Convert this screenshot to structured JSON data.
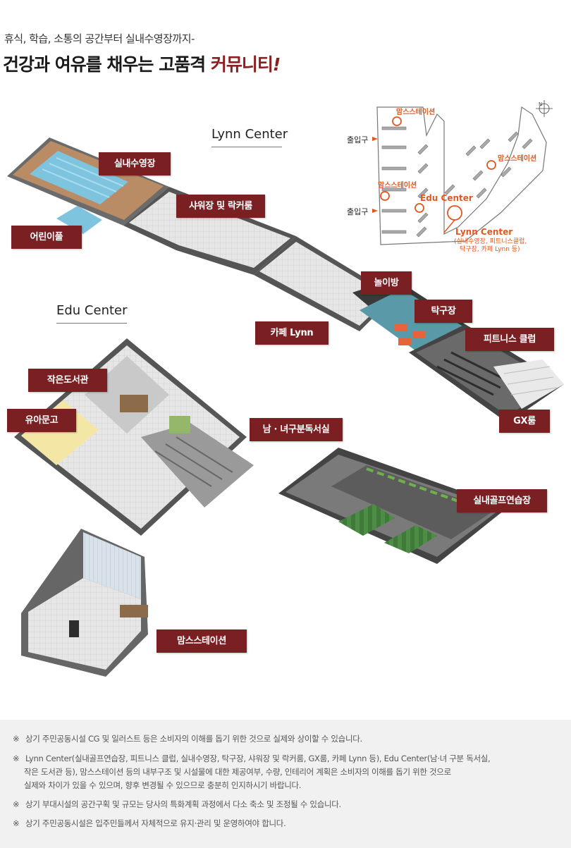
{
  "header": {
    "subtitle": "휴식, 학습, 소통의 공간부터 실내수영장까지-",
    "title_main": "건강과 여유를 채우는 고품격 ",
    "title_accent": "커뮤니티",
    "title_excl": "!"
  },
  "areas": {
    "lynn_center": "Lynn Center",
    "edu_center": "Edu Center"
  },
  "labels": {
    "indoor_pool": "실내수영장",
    "shower_locker": "샤워장 및 락커룸",
    "kids_pool": "어린이풀",
    "playroom": "놀이방",
    "table_tennis": "탁구장",
    "cafe_lynn": "카페 Lynn",
    "fitness_club": "피트니스 클럽",
    "gx_room": "GX룸",
    "small_library": "작은도서관",
    "kids_library": "유아문고",
    "study_room": "남 · 녀구분독서실",
    "golf_range": "실내골프연습장",
    "moms_station": "맘스스테이션"
  },
  "site_map": {
    "entrance_top": "출입구",
    "entrance_bottom": "출입구",
    "moms_1": "맘스스테이션",
    "moms_2": "맘스스테이션",
    "moms_3": "맘스스테이션",
    "edu_center": "Edu Center",
    "lynn_center": "Lynn Center",
    "lynn_sub_1": "(실내수영장, 피트니스클럽,",
    "lynn_sub_2": "탁구장, 카페 Lynn 등)",
    "north": "N"
  },
  "notes": [
    "상기 주민공동시설 CG 및 일러스트 등은 소비자의 이해를 돕기 위한 것으로 실제와 상이할 수 있습니다.",
    "Lynn Center(실내골프연습장, 피트니스 클럽, 실내수영장, 탁구장, 샤워장 및 락커룸, GX룸, 카페 Lynn 등), Edu Center(남·녀 구분 독서실,",
    "작은 도서관 등), 맘스스테이션 등의 내부구조 및 시설물에 대한 제공여부, 수량, 인테리어 계획은 소비자의 이해를 돕기 위한 것으로",
    "실제와 차이가 있을 수 있으며, 향후 변경될 수 있으므로 충분히 인지하시기 바랍니다.",
    "상기 부대시설의 공간구획 및 규모는 당사의 특화계획 과정에서 다소 축소 및 조정될 수 있습니다.",
    "상기 주민공동시설은 입주민들께서 자체적으로 유지·관리 및 운영하여야 합니다."
  ],
  "note_mark": "※",
  "colors": {
    "label_bg": "#7a1f22",
    "accent": "#8b1f22",
    "map_orange": "#e2571c"
  }
}
